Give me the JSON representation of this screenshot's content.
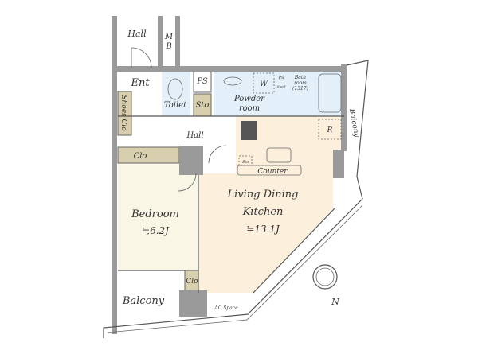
{
  "rooms": {
    "hall_top": "Hall",
    "mb": [
      "M",
      "B"
    ],
    "entrance": "Ent",
    "toilet": "Toilet",
    "ps": "PS",
    "sto": "Sto",
    "powder_room": [
      "Powder",
      "room"
    ],
    "washer": "W",
    "ps_small": "PS",
    "shelf": "Shelf",
    "bath_room": [
      "Bath",
      "room",
      "(1317)"
    ],
    "shoes_clo": "Shoes Clo",
    "hall": "Hall",
    "refrigerator": "R",
    "balcony_right": "Balcony",
    "clo_top": "Clo",
    "sto_kitchen": "Sto",
    "counter": "Counter",
    "ldk": [
      "Living Dining",
      "Kitchen",
      "≒13.1J"
    ],
    "bedroom": [
      "Bedroom",
      "≒6.2J"
    ],
    "clo_small": "Clo",
    "balcony": "Balcony",
    "ac_space": "AC Space"
  },
  "compass": {
    "label": "N"
  },
  "colors": {
    "ldk": "#fcefdc",
    "bedroom": "#faf6e6",
    "wet": "#e3f0fa",
    "storage": "#d8cfae",
    "wall": "#9a9a9a"
  }
}
